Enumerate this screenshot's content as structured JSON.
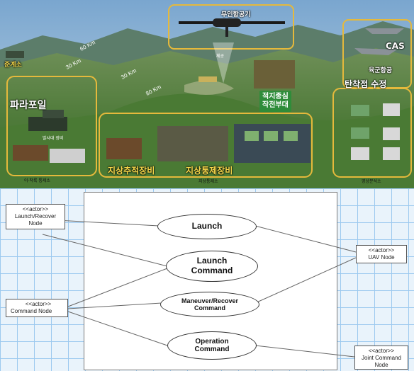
{
  "scene": {
    "uav_label": "무인항공기",
    "uav_sub": "체공",
    "launch_site_label": "파라포일",
    "launch_site_sub": "발사대 장비",
    "launch_site_base": "이·착륙 통제소",
    "left_vehicle_label": "준계소",
    "distances": [
      "60 Km",
      "30 Km",
      "30 Km",
      "80 Km"
    ],
    "target_unit": "적지종심\n작전부대",
    "ground_track_label": "지상추적장비",
    "ground_control_label": "지상통제장비",
    "ground_control_base": "지상통제소",
    "cas_label": "CAS",
    "army_aviation_label": "육군항공",
    "impact_point_label": "탄착점 수정",
    "analysis_base": "영상분석소"
  },
  "diagram": {
    "actors": {
      "launch_recover": {
        "stereotype": "<<actor>>",
        "name": "Launch/Recover\nNode"
      },
      "command": {
        "stereotype": "<<actor>>",
        "name": "Command Node"
      },
      "uav": {
        "stereotype": "<<actor>>",
        "name": "UAV Node"
      },
      "joint_command": {
        "stereotype": "<<actor>>",
        "name": "Joint Command\nNode"
      }
    },
    "use_cases": {
      "launch": "Launch",
      "launch_command": "Launch\nCommand",
      "maneuver_recover": "Maneuver/Recover\nCommand",
      "operation_command": "Operation\nCommand"
    }
  }
}
